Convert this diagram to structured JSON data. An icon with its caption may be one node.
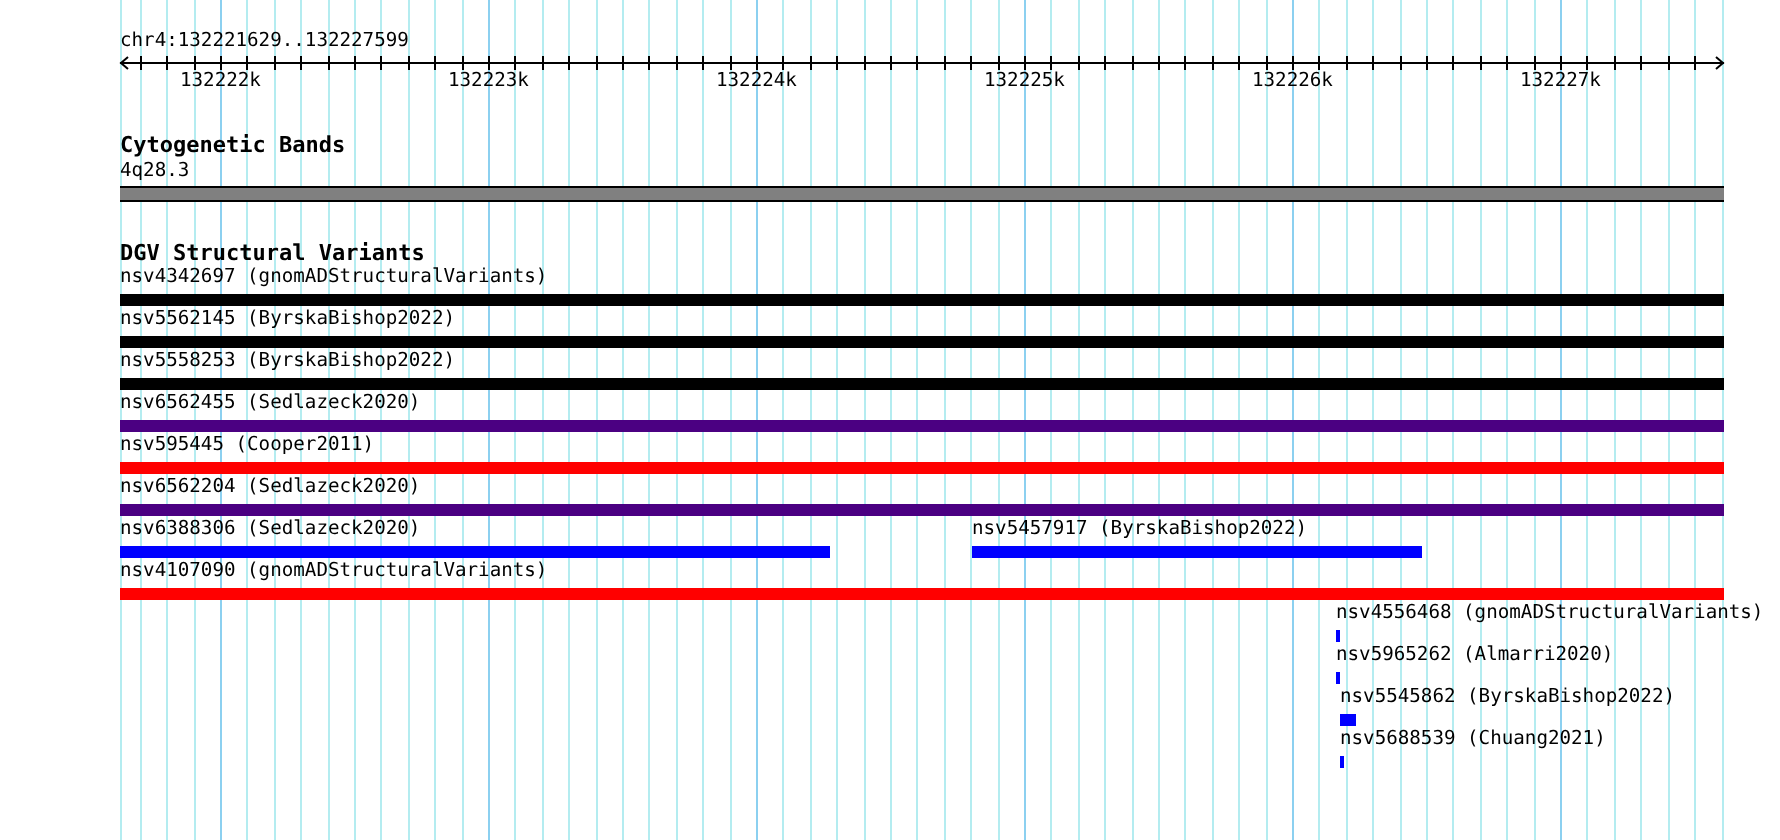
{
  "diagram": {
    "nodes": [
      {
        "text": [
          "4q28.3"
        ]
      },
      {
        "text": [
          "nsv4342697 (gnomADStructuralVariants)"
        ]
      },
      {
        "text": [
          "nsv5562145 (ByrskaBishop2022)"
        ]
      },
      {
        "text": [
          "nsv5558253 (ByrskaBishop2022)"
        ]
      },
      {
        "text": [
          "nsv6562455 (Sedlazeck2020)"
        ]
      },
      {
        "text": [
          "nsv595445 (Cooper2011)"
        ]
      },
      {
        "text": [
          "nsv6562204 (Sedlazeck2020)"
        ]
      },
      {
        "text": [
          "nsv6388306 (Sedlazeck2020)"
        ]
      },
      {
        "text": [
          "nsv5457917 (ByrskaBishop2022)"
        ]
      },
      {
        "text": [
          "nsv4107090 (gnomADStructuralVariants)"
        ]
      },
      {
        "text": [
          "nsv4556468 (gnomADStructuralVariants)"
        ]
      },
      {
        "text": [
          "nsv5965262 (Almarri2020)"
        ]
      },
      {
        "text": [
          "nsv5545862 (ByrskaBishop2022)"
        ]
      },
      {
        "text": [
          "nsv5688539 (Chuang2021)"
        ]
      }
    ],
    "labels": [
      "chr4:132221629..132227599",
      "132222k",
      "132223k",
      "132224k",
      "132225k",
      "132226k",
      "132227k",
      "Cytogenetic Bands",
      "DGV Structural Variants"
    ]
  }
}
